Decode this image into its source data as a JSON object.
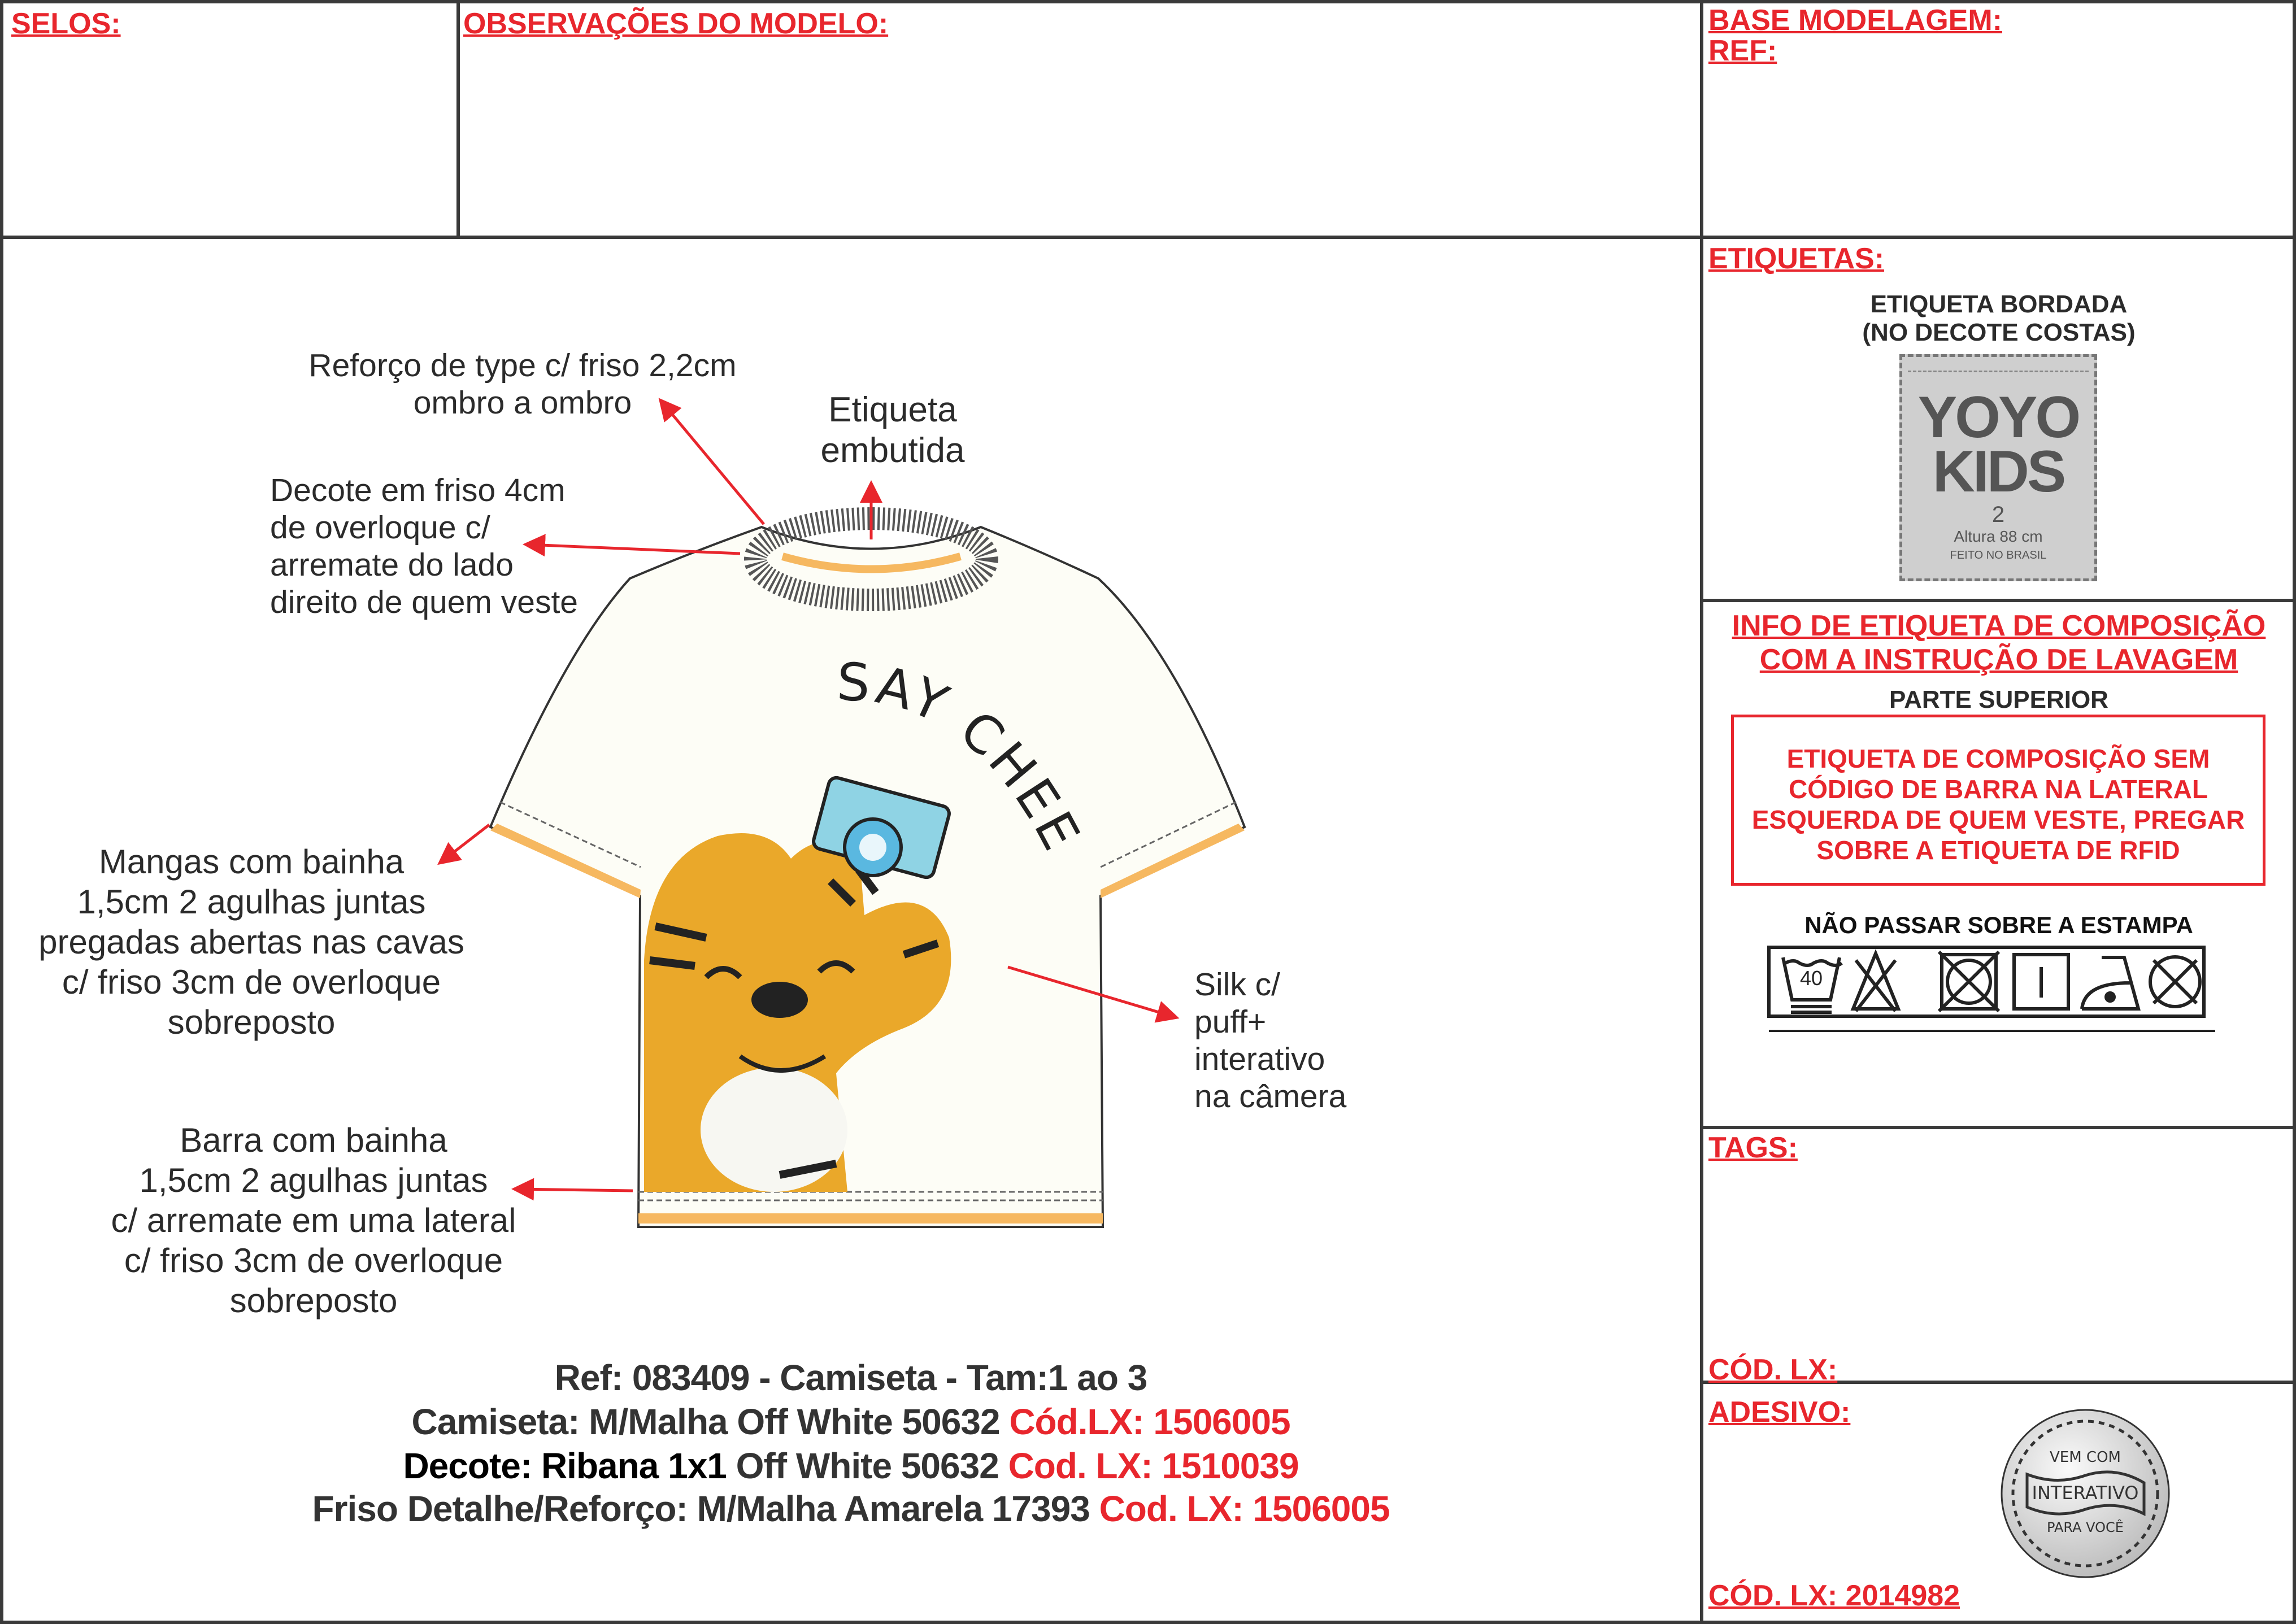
{
  "headers": {
    "selos": "SELOS:",
    "observacoes": "OBSERVAÇÕES DO MODELO:",
    "base_modelagem": "BASE MODELAGEM:",
    "ref": "REF:",
    "etiquetas": "ETIQUETAS:",
    "info_line1": "INFO DE ETIQUETA DE COMPOSIÇÃO",
    "info_line2": "COM A INSTRUÇÃO DE LAVAGEM",
    "tags": "TAGS:",
    "cod_lx_tags": "CÓD. LX:",
    "adesivo": "ADESIVO:",
    "cod_lx_adesivo": "CÓD. LX: 2014982"
  },
  "etiqueta": {
    "title1": "ETIQUETA BORDADA",
    "title2": "(NO DECOTE COSTAS)",
    "brand1": "YOYO",
    "brand2": "KIDS",
    "size": "2",
    "height": "Altura 88 cm",
    "origin": "FEITO NO BRASIL"
  },
  "composicao": {
    "parte": "PARTE SUPERIOR",
    "box_lines": [
      "ETIQUETA DE COMPOSIÇÃO SEM",
      "CÓDIGO DE BARRA NA LATERAL",
      "ESQUERDA DE QUEM VESTE, PREGAR",
      "SOBRE A ETIQUETA DE RFID"
    ],
    "warning": "NÃO PASSAR SOBRE A ESTAMPA",
    "wash_temp": "40",
    "care_icons": [
      "wash-40-icon",
      "no-bleach-icon",
      "no-tumble-dry-icon",
      "line-dry-icon",
      "iron-low-icon",
      "no-dry-clean-icon"
    ]
  },
  "adesivo_badge": {
    "top": "VEM COM",
    "middle": "INTERATIVO",
    "bottom": "PARA VOCÊ"
  },
  "annotations": {
    "reforco": [
      "Reforço de type c/ friso 2,2cm",
      "ombro a ombro"
    ],
    "etiqueta_embutida": [
      "Etiqueta",
      "embutida"
    ],
    "decote": [
      "Decote em friso 4cm",
      "de overloque c/",
      "arremate do lado",
      "direito de quem veste"
    ],
    "mangas": [
      "Mangas com bainha",
      "1,5cm 2 agulhas juntas",
      "pregadas abertas nas cavas",
      "c/ friso 3cm de overloque",
      "sobreposto"
    ],
    "silk": [
      "Silk c/",
      "puff+",
      "interativo",
      "na câmera"
    ],
    "barra": [
      "Barra com bainha",
      "1,5cm 2 agulhas juntas",
      "c/ arremate em uma lateral",
      "c/ friso 3cm de overloque",
      "sobreposto"
    ]
  },
  "print_text": "SAY CHEESE...",
  "spec": {
    "line1": "Ref: 083409 - Camiseta -  Tam:1 ao 3",
    "line2_a": "Camiseta: M/Malha Off White 50632 ",
    "line2_b": " Cód.LX: 1506005",
    "line3_a": "Decote: Ribana 1x1",
    "line3_b": " Off White 50632",
    "line3_c": " Cod. LX: 1510039",
    "line4_a": "Friso Detalhe/Reforço: M/Malha Amarela 17393",
    "line4_b": " Cod. LX: 1506005"
  },
  "colors": {
    "accent_red": "#e8262d",
    "friso_yellow": "#f6b860",
    "tiger_orange": "#eaa82a",
    "lines": "#3a3a3a"
  }
}
